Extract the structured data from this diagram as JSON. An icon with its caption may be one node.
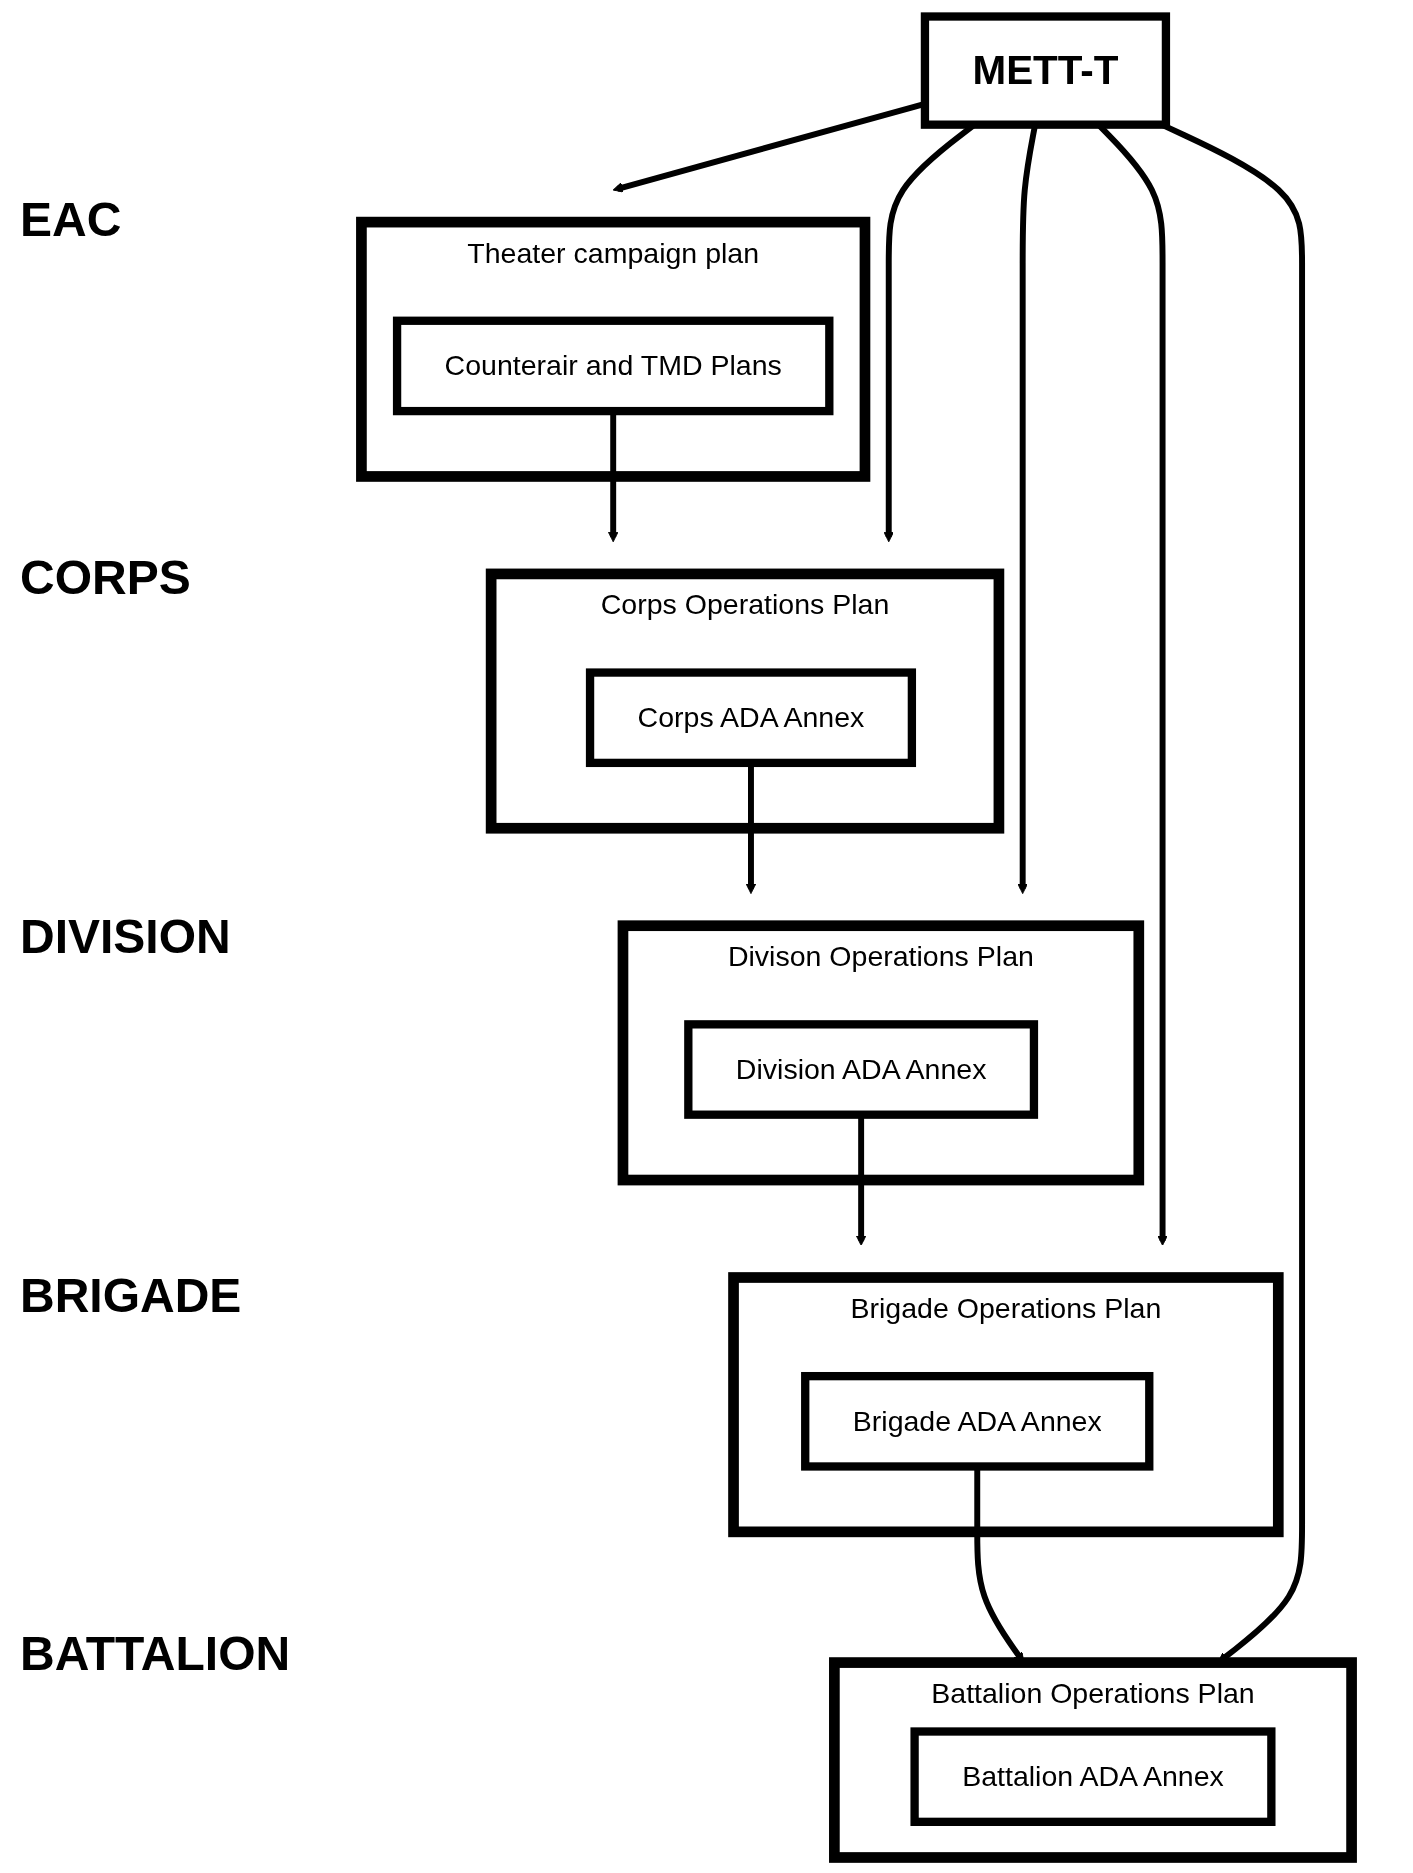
{
  "diagram": {
    "nodes": [
      {
        "text": [
          "Theater campaign plan"
        ]
      },
      {
        "text": [
          "Counterair and TMD Plans"
        ],
        "in": 0
      },
      {
        "text": [
          "Corps Operations Plan"
        ]
      },
      {
        "text": [
          "Corps ADA Annex"
        ],
        "in": 2
      },
      {
        "text": [
          "Divison Operations Plan"
        ]
      },
      {
        "text": [
          "Division ADA Annex"
        ],
        "in": 4
      },
      {
        "text": [
          "Brigade Operations Plan"
        ]
      },
      {
        "text": [
          "Brigade ADA Annex"
        ],
        "in": 6
      },
      {
        "text": [
          "Battalion Operations Plan"
        ]
      },
      {
        "text": [
          "Battalion ADA Annex"
        ],
        "in": 8
      },
      {
        "text": [
          "METT-T"
        ]
      }
    ],
    "edges": [
      {
        "from": 10,
        "to": 0,
        "arrow": "to"
      },
      {
        "from": 1,
        "to": 2,
        "arrow": "to"
      },
      {
        "from": 10,
        "to": 2,
        "arrow": "to"
      },
      {
        "from": 3,
        "to": 4,
        "arrow": "to"
      },
      {
        "from": 10,
        "to": 4,
        "arrow": "to"
      },
      {
        "from": 5,
        "to": 6,
        "arrow": "to"
      },
      {
        "from": 10,
        "to": 6,
        "arrow": "to"
      },
      {
        "from": 7,
        "to": 8,
        "arrow": "to"
      },
      {
        "from": 10,
        "to": 8,
        "arrow": "to"
      }
    ],
    "labels": [
      "EAC",
      "CORPS",
      "DIVISION",
      "BRIGADE",
      "BATTALION"
    ]
  }
}
